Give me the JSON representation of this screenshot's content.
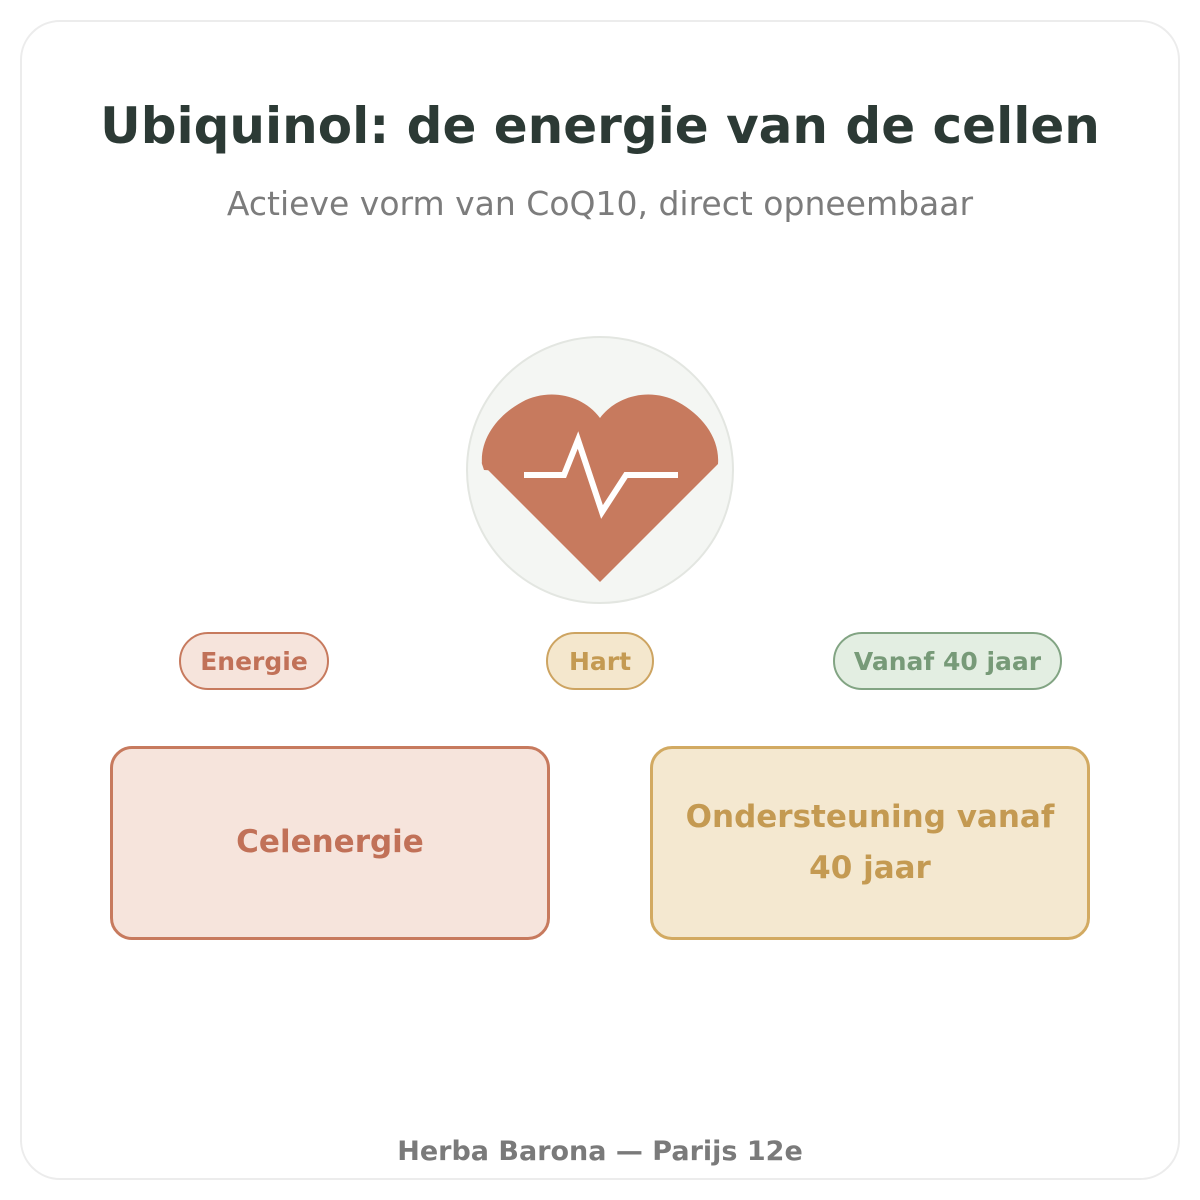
{
  "header": {
    "title": "Ubiquinol: de energie van de cellen",
    "subtitle": "Actieve vorm van CoQ10, direct opneembaar"
  },
  "emblem": {
    "icon": "heart-pulse-icon",
    "circle_color": "#f4f6f3",
    "heart_color": "#c77a5e"
  },
  "tags": [
    {
      "label": "Energie",
      "color": "#c17158"
    },
    {
      "label": "Hart",
      "color": "#c49a52"
    },
    {
      "label": "Vanaf 40 jaar",
      "color": "#779a78"
    }
  ],
  "benefits": [
    {
      "label": "Celenergie"
    },
    {
      "label": "Ondersteuning vanaf 40 jaar"
    }
  ],
  "footer": {
    "text": "Herba Barona — Parijs 12e"
  }
}
